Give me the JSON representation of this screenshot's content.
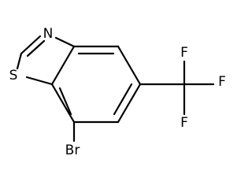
{
  "molecule": {
    "atoms": {
      "n": "N",
      "s": "S",
      "br": "Br",
      "f_top": "F",
      "f_right": "F",
      "f_bottom": "F"
    }
  }
}
